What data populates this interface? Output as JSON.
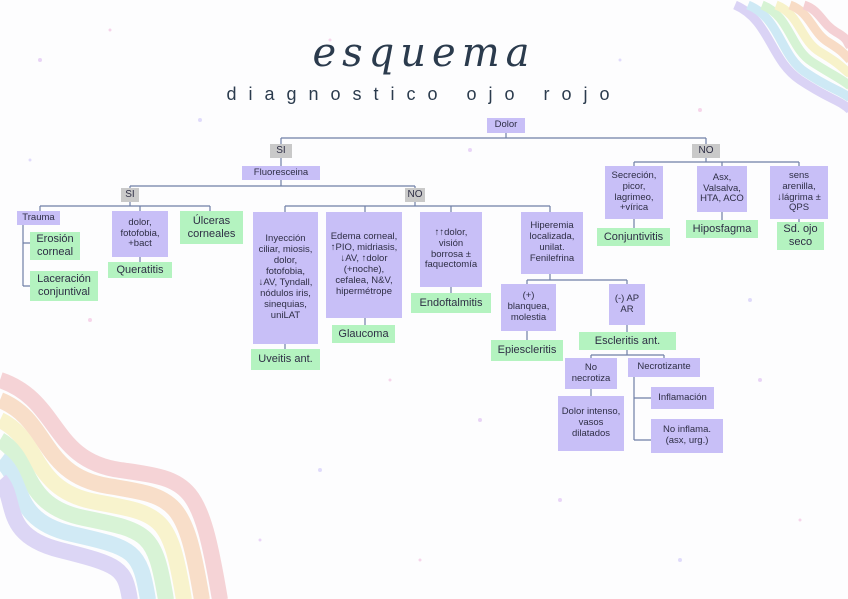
{
  "colors": {
    "purple_box": "#c8bff7",
    "green_box": "#b4f3c0",
    "gray_box": "#c9c9c9",
    "line": "#6f7fa6",
    "title": "#2b3b4d"
  },
  "title": "esquema",
  "subtitle": "diagnostico ojo rojo",
  "nodes": {
    "dolor": "Dolor",
    "si_top": "SI",
    "no_top": "NO",
    "fluoresceina": "Fluoresceina",
    "si_fluo": "SI",
    "no_fluo": "NO",
    "trauma": "Trauma",
    "erosion": "Erosión corneal",
    "laceracion": "Laceración conjuntival",
    "dolor_fotofobia": "dolor, fotofobia, +bact",
    "queratitis": "Queratitis",
    "ulceras": "Úlceras corneales",
    "inyeccion": "Inyección ciliar, miosis, dolor, fotofobia, ↓AV, Tyndall, nódulos iris, sinequias, uniLAT",
    "uveitis": "Uveitis ant.",
    "edema": "Edema corneal, ↑PIO, midriasis, ↓AV, ↑dolor (+noche), cefalea, N&V, hipermétrope",
    "glaucoma": "Glaucoma",
    "dolor_vision": "↑↑dolor, visión borrosa ± faquectomía",
    "endoftalmitis": "Endoftalmitis",
    "hiperemia": "Hiperemia localizada, unilat. Fenilefrina",
    "blanquea": "(+) blanquea, molestia",
    "epiescleritis": "Epiescleritis",
    "ap_ar": "(-) AP AR",
    "escleritis": "Escleritis ant.",
    "no_necrotiza": "No necrotiza",
    "dolor_intenso": "Dolor intenso, vasos dilatados",
    "necrotizante": "Necrotizante",
    "inflamacion": "Inflamación",
    "no_inflama": "No inflama. (asx, urg.)",
    "secrecion": "Secreción, picor, lagrimeo, +vírica",
    "conjuntivitis": "Conjuntivitis",
    "asx": "Asx, Valsalva, HTA, ACO",
    "hiposfagma": "Hiposfagma",
    "sens": "sens arenilla, ↓lágrima ± QPS",
    "ojo_seco": "Sd. ojo seco"
  }
}
